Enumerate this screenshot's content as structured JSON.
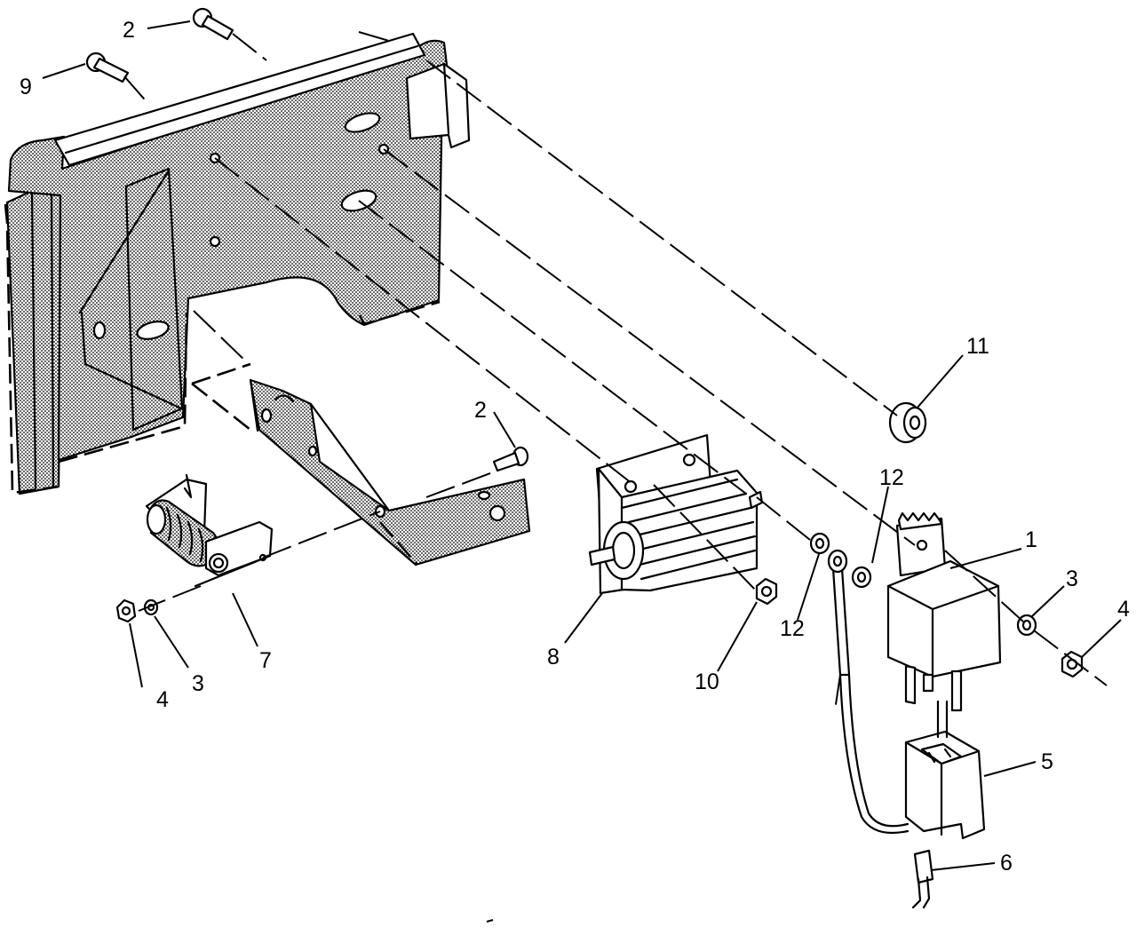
{
  "diagram": {
    "callouts": [
      {
        "id": "c2a",
        "label": "2"
      },
      {
        "id": "c9",
        "label": "9"
      },
      {
        "id": "c11",
        "label": "11"
      },
      {
        "id": "c2b",
        "label": "2"
      },
      {
        "id": "c12a",
        "label": "12"
      },
      {
        "id": "c1",
        "label": "1"
      },
      {
        "id": "c3a",
        "label": "3"
      },
      {
        "id": "c4a",
        "label": "4"
      },
      {
        "id": "c8",
        "label": "8"
      },
      {
        "id": "c10",
        "label": "10"
      },
      {
        "id": "c12b",
        "label": "12"
      },
      {
        "id": "c7",
        "label": "7"
      },
      {
        "id": "c3b",
        "label": "3"
      },
      {
        "id": "c4b",
        "label": "4"
      },
      {
        "id": "c5",
        "label": "5"
      },
      {
        "id": "c6",
        "label": "6"
      }
    ]
  }
}
